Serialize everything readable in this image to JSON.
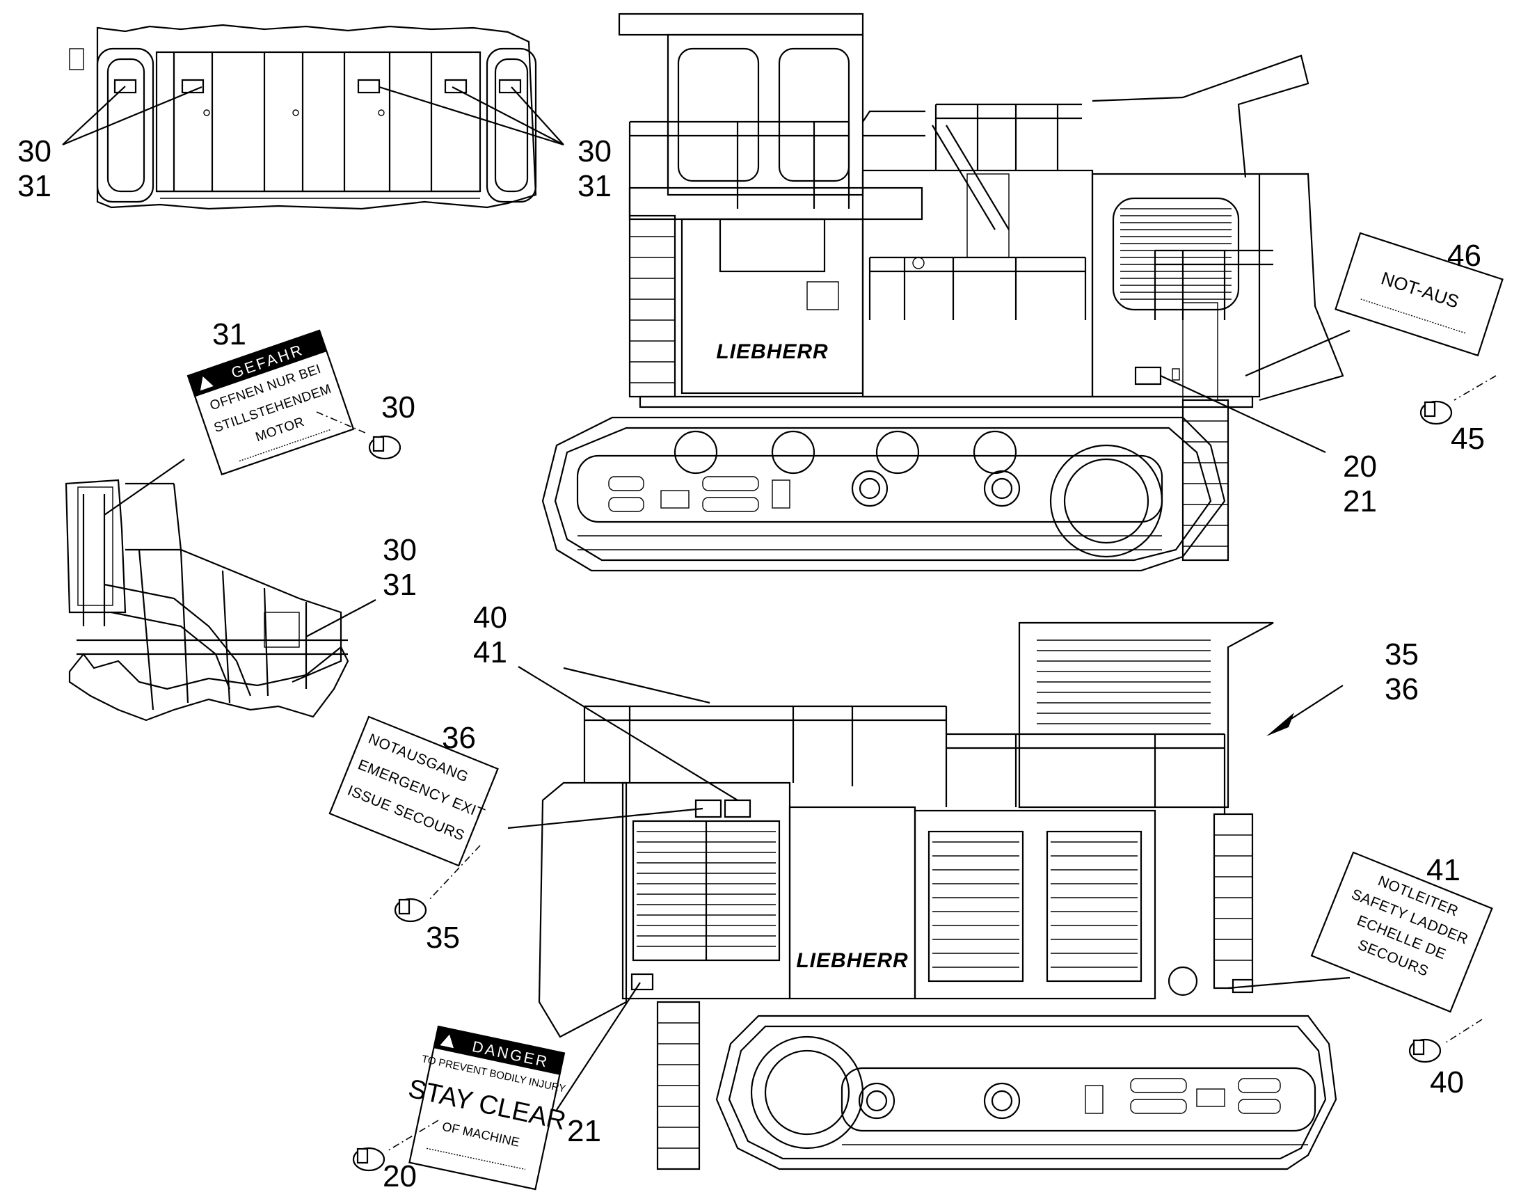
{
  "callouts": {
    "top_left_a_1": "30",
    "top_left_a_2": "31",
    "top_left_b_1": "30",
    "top_left_b_2": "31",
    "gefahr_plate_ref": "31",
    "gefahr_screw_ref": "30",
    "stair_ref_1": "30",
    "stair_ref_2": "31",
    "notaus_plate_ref": "46",
    "notaus_screw_ref": "45",
    "side_plate_ref_1": "20",
    "side_plate_ref_2": "21",
    "upper_rear_ref_1": "40",
    "upper_rear_ref_2": "41",
    "notausgang_plate_ref": "36",
    "notausgang_screw_ref": "35",
    "arrow_ref_1": "35",
    "arrow_ref_2": "36",
    "notleiter_plate_ref": "41",
    "notleiter_screw_ref": "40",
    "danger_plate_ref": "21",
    "danger_screw_ref": "20"
  },
  "plates": {
    "gefahr": {
      "header": "GEFAHR",
      "lines": [
        "OFFNEN NUR BEI",
        "STILLSTEHENDEM",
        "MOTOR"
      ]
    },
    "notaus": {
      "lines": [
        "NOT-AUS"
      ]
    },
    "notausgang": {
      "lines": [
        "NOTAUSGANG",
        "EMERGENCY EXIT",
        "ISSUE SECOURS"
      ]
    },
    "notleiter": {
      "lines": [
        "NOTLEITER",
        "SAFETY LADDER",
        "ECHELLE DE",
        "SECOURS"
      ]
    },
    "danger": {
      "header": "DANGER",
      "line1": "TO PREVENT BODILY INJURY",
      "line2": "STAY CLEAR",
      "line3": "OF MACHINE"
    }
  },
  "brand": {
    "name": "LIEBHERR"
  },
  "colors": {
    "ink": "#000000",
    "paper": "#ffffff"
  }
}
